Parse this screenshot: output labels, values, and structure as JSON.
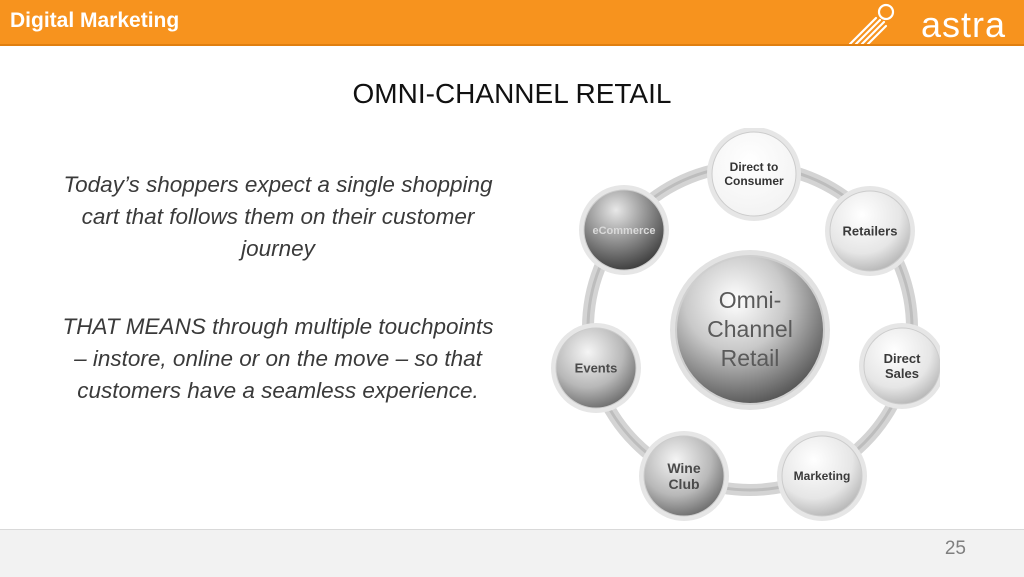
{
  "header": {
    "section_title": "Digital Marketing",
    "logo_text": "astra",
    "bar_color": "#f7931e"
  },
  "slide": {
    "title": "OMNI-CHANNEL RETAIL",
    "paragraph1": "Today’s shoppers expect a single shopping cart that follows them on their customer journey",
    "paragraph2": "THAT MEANS through multiple touchpoints – instore, online or on the move – so that customers have a seamless experience."
  },
  "diagram": {
    "center": [
      "Omni-",
      "Channel",
      "Retail"
    ],
    "nodes": [
      {
        "lines": [
          "Direct to",
          "Consumer"
        ],
        "style": "white"
      },
      {
        "lines": [
          "Retailers"
        ],
        "style": "light"
      },
      {
        "lines": [
          "Direct",
          "Sales"
        ],
        "style": "light"
      },
      {
        "lines": [
          "Marketing"
        ],
        "style": "light"
      },
      {
        "lines": [
          "Wine",
          "Club"
        ],
        "style": "mid"
      },
      {
        "lines": [
          "Events"
        ],
        "style": "mid"
      },
      {
        "lines": [
          "eCommerce"
        ],
        "style": "dark"
      }
    ]
  },
  "footer": {
    "page_number": "25"
  }
}
